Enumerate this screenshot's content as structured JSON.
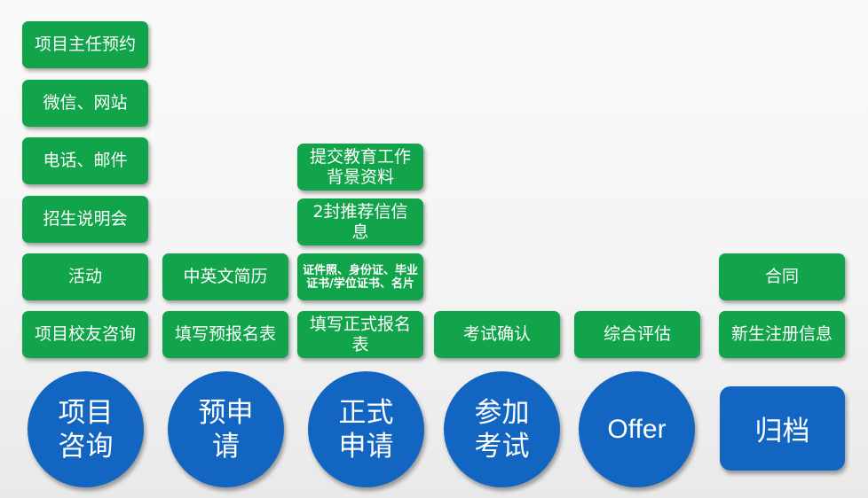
{
  "colors": {
    "task_box": "#12a44a",
    "stage": "#1266c1",
    "text": "#ffffff",
    "background": "#f3f3f3"
  },
  "stages": [
    {
      "label": "项目咨询",
      "items": [
        "项目校友咨询",
        "活动",
        "招生说明会",
        "电话、邮件",
        "微信、网站",
        "项目主任预约"
      ]
    },
    {
      "label": "预申请",
      "items": [
        "填写预报名表",
        "中英文简历"
      ]
    },
    {
      "label": "正式申请",
      "items": [
        "填写正式报名表",
        "证件照、身份证、毕业证书/学位证书、名片",
        "2封推荐信信息",
        "提交教育工作背景资料"
      ]
    },
    {
      "label": "参加考试",
      "items": [
        "考试确认"
      ]
    },
    {
      "label": "Offer",
      "items": [
        "综合评估"
      ]
    },
    {
      "label": "归档",
      "items": [
        "新生注册信息",
        "合同"
      ]
    }
  ]
}
